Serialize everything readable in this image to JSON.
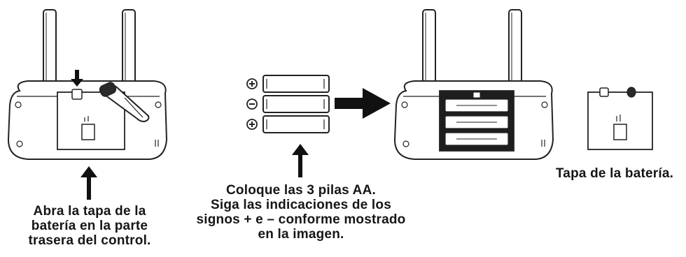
{
  "captions": {
    "step1": {
      "lines": [
        "Abra la tapa de la",
        "batería en la parte",
        "trasera del control."
      ]
    },
    "step2": {
      "lines": [
        "Coloque las 3 pilas AA.",
        "Siga las indicaciones de los",
        "signos + e – conforme mostrado",
        "en la imagen."
      ]
    },
    "step3": {
      "lines": [
        "Tapa de la batería."
      ]
    }
  },
  "battery_polarity": [
    "+",
    "–",
    "+"
  ],
  "icons": {
    "up_arrows": "arrow-up-icon",
    "flow_arrow": "arrow-right-icon"
  }
}
